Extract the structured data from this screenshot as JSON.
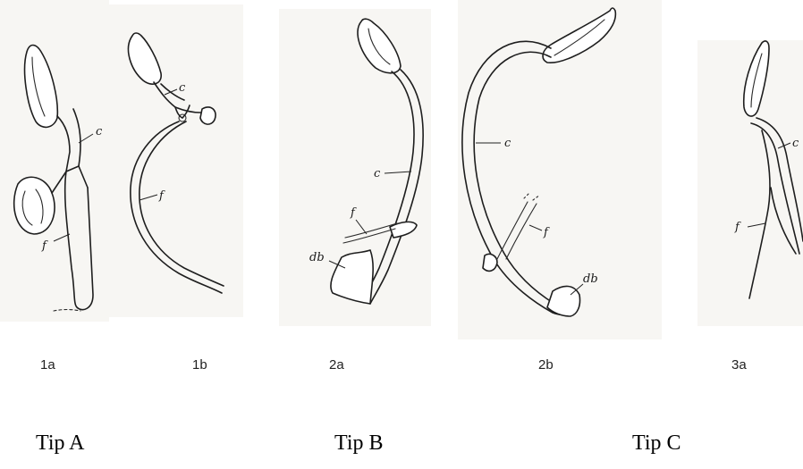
{
  "figures": [
    {
      "id": "1a",
      "label": "1a",
      "parts": {
        "c": "c",
        "f": "f"
      }
    },
    {
      "id": "1b",
      "label": "1b",
      "parts": {
        "c": "c",
        "f": "f"
      }
    },
    {
      "id": "2a",
      "label": "2a",
      "parts": {
        "c": "c",
        "f": "f",
        "db": "db"
      }
    },
    {
      "id": "2b",
      "label": "2b",
      "parts": {
        "c": "c",
        "f": "f",
        "db": "db"
      }
    },
    {
      "id": "3a",
      "label": "3a",
      "parts": {
        "c": "c",
        "f": "f"
      }
    }
  ],
  "types": [
    {
      "label": "Tip A"
    },
    {
      "label": "Tip B"
    },
    {
      "label": "Tip C"
    }
  ]
}
